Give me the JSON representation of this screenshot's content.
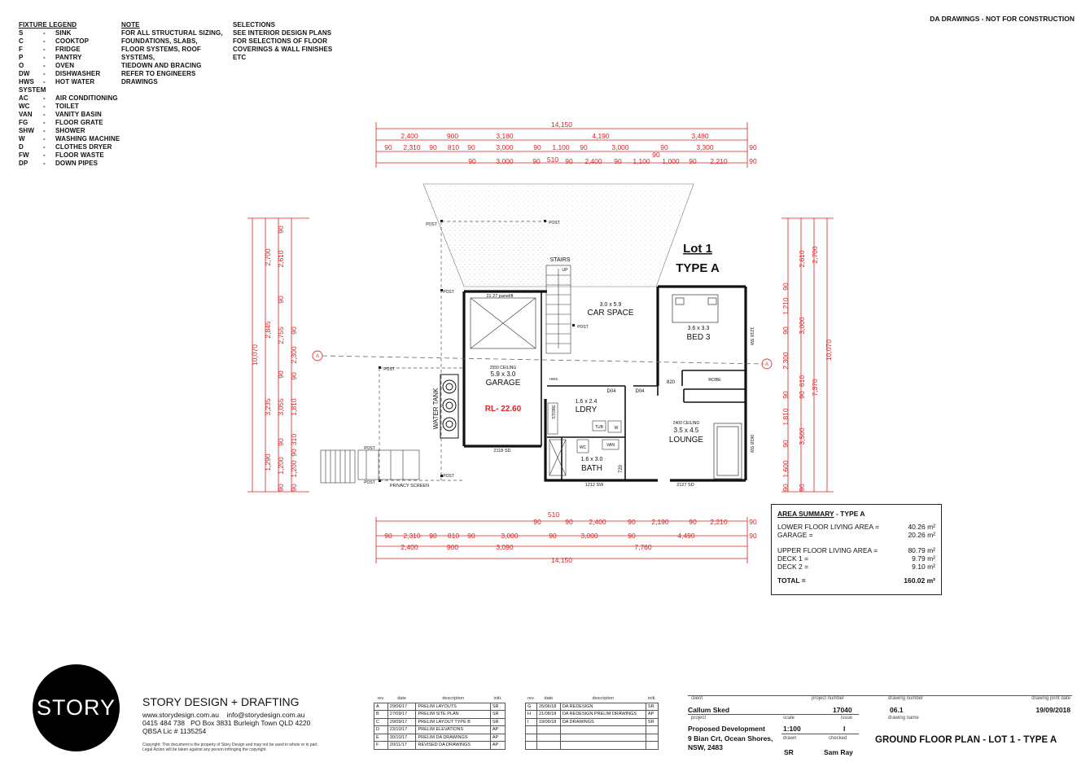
{
  "header": {
    "disclaimer": "DA DRAWINGS - NOT FOR CONSTRUCTION"
  },
  "legend": {
    "title": "FIXTURE LEGEND",
    "items": [
      {
        "code": "S",
        "dash": "-",
        "name": "SINK"
      },
      {
        "code": "C",
        "dash": "-",
        "name": "COOKTOP"
      },
      {
        "code": "F",
        "dash": "-",
        "name": "FRIDGE"
      },
      {
        "code": "P",
        "dash": "-",
        "name": "PANTRY"
      },
      {
        "code": "O",
        "dash": "-",
        "name": "OVEN"
      },
      {
        "code": "DW",
        "dash": "-",
        "name": "DISHWASHER"
      },
      {
        "code": "HWS",
        "dash": "-",
        "name": "HOT WATER"
      },
      {
        "code": "SYSTEM",
        "dash": "",
        "name": ""
      },
      {
        "code": "AC",
        "dash": "-",
        "name": "AIR CONDITIONING"
      },
      {
        "code": "WC",
        "dash": "-",
        "name": "TOILET"
      },
      {
        "code": "VAN",
        "dash": "-",
        "name": "VANITY BASIN"
      },
      {
        "code": "FG",
        "dash": "-",
        "name": "FLOOR GRATE"
      },
      {
        "code": "SHW",
        "dash": "-",
        "name": "SHOWER"
      },
      {
        "code": "W",
        "dash": "-",
        "name": "WASHING MACHINE"
      },
      {
        "code": "D",
        "dash": "-",
        "name": "CLOTHES DRYER"
      },
      {
        "code": "FW",
        "dash": "-",
        "name": "FLOOR WASTE"
      },
      {
        "code": "DP",
        "dash": "-",
        "name": "DOWN PIPES"
      }
    ]
  },
  "note": {
    "title": "NOTE",
    "lines": [
      "FOR ALL STRUCTURAL SIZING,",
      "FOUNDATIONS, SLABS,",
      "FLOOR SYSTEMS, ROOF SYSTEMS,",
      "TIEDOWN AND BRACING",
      "REFER TO ENGINEERS DRAWINGS"
    ]
  },
  "selections": {
    "title": "SELECTIONS",
    "lines": [
      "SEE INTERIOR DESIGN PLANS",
      "FOR SELECTIONS OF FLOOR",
      "COVERINGS & WALL FINISHES",
      "ETC"
    ]
  },
  "plan": {
    "lot": "Lot 1",
    "type": "TYPE A",
    "rooms": {
      "stairs": "STAIRS",
      "up": "UP",
      "car_size": "3.0 x 5.9",
      "car": "CAR SPACE",
      "bed_size": "3.6 x 3.3",
      "bed": "BED 3",
      "robe": "ROBE",
      "garage_ceiling": "2550 CEILING",
      "garage_size": "5.9 x 3.0",
      "garage": "GARAGE",
      "rl": "RL- 22.60",
      "laundry_size": "1.6 x 2.4",
      "laundry": "LDRY",
      "store": "STORE",
      "tub": "TUB",
      "w": "W",
      "lounge_ceiling": "2400 CEILING",
      "lounge_size": "3.5 x 4.5",
      "lounge": "LOUNGE",
      "bath_size": "1.6 x 3.0",
      "bath": "BATH",
      "wc": "WC",
      "van": "VAN",
      "water_tank": "WATER TANK",
      "hws": "HWS",
      "privacy": "PRIVACY SCREEN",
      "panelift": "21 27 panelift"
    },
    "tags": {
      "post": "POST",
      "d04a": "D04",
      "d04b": "D04",
      "d820": "820",
      "d720": "720",
      "sd2118": "2118 SD",
      "sw1212": "1212 SW",
      "sd2127": "2127 SD",
      "sw1218": "1218 SW",
      "sw0618": "0618 SW",
      "section": "A"
    },
    "dims_top": {
      "row1": [
        "14,150"
      ],
      "row2": [
        "2,400",
        "900",
        "3,180",
        "4,190",
        "3,480"
      ],
      "row3": [
        "90",
        "2,310",
        "90",
        "810",
        "90",
        "3,000",
        "90",
        "1,100",
        "90",
        "3,000",
        "90",
        "3,300",
        "90"
      ],
      "row3b": [
        "90"
      ],
      "row4": [
        "90",
        "3,000",
        "90",
        "510",
        "90",
        "2,400",
        "90",
        "1,100",
        "1,000",
        "90",
        "2,210",
        "90"
      ]
    },
    "dims_bottom": {
      "row1": [
        "510"
      ],
      "row1b": [
        "90",
        "90",
        "2,400",
        "90",
        "2,190",
        "90",
        "2,210",
        "90"
      ],
      "row2": [
        "90",
        "2,310",
        "90",
        "810",
        "90",
        "3,000",
        "90",
        "3,000",
        "90",
        "4,490",
        "90"
      ],
      "row3": [
        "2,400",
        "900",
        "3,090",
        "7,760"
      ],
      "row4": [
        "14,150"
      ]
    },
    "dims_left": {
      "total": "10,070",
      "col2": [
        "2,700",
        "2,845",
        "3,235",
        "1,290"
      ],
      "col3": [
        "90",
        "2,610",
        "90",
        "2,755",
        "90",
        "3,055",
        "90",
        "1,200",
        "90"
      ],
      "col4": [
        "90",
        "2,300",
        "90",
        "1,810",
        "310",
        "90",
        "1,200",
        "90"
      ]
    },
    "dims_right": {
      "total": "10,070",
      "col_a": [
        "90",
        "1,210",
        "90",
        "2,300",
        "90",
        "1,810",
        "90",
        "1,600",
        "90"
      ],
      "col_b": [
        "2,610",
        "3,000",
        "610",
        "90",
        "3,500",
        "90"
      ],
      "col_c": [
        "2,700",
        "7,370"
      ]
    }
  },
  "area_summary": {
    "title": "AREA SUMMARY",
    "subtitle": " - TYPE A",
    "rows": [
      {
        "label": "LOWER FLOOR LIVING AREA =",
        "value": "40.26 m²"
      },
      {
        "label": "GARAGE =",
        "value": "20.26 m²"
      },
      {
        "label": "UPPER FLOOR LIVING AREA =",
        "value": "80.79 m²"
      },
      {
        "label": "DECK  1 =",
        "value": "9.79 m²"
      },
      {
        "label": "DECK  2 =",
        "value": "9.10 m²"
      }
    ],
    "total_label": "TOTAL =",
    "total_value": "160.02 m²"
  },
  "company": {
    "logo": "STORY",
    "name": "STORY DESIGN + DRAFTING",
    "web": "www.storydesign.com.au",
    "email": "info@storydesign.com.au",
    "phone": "0415 484 738",
    "address": "PO Box 3831 Burleigh Town QLD 4220",
    "qbsa": "QBSA Lic # 1135254",
    "copyright1": "Copyright: This document is the property of Story Design and may not be used in whole or in part.",
    "copyright2": "Legal Action will be taken against any person infringing the copyright."
  },
  "revisions": {
    "headers": [
      "rev.",
      "date",
      "description",
      "initi."
    ],
    "left": [
      [
        "A",
        "29/06/17",
        "PRELIM LAYOUTS",
        "SR"
      ],
      [
        "B",
        "27/09/17",
        "PRELIM SITE PLAN",
        "SR"
      ],
      [
        "C",
        "29/09/17",
        "PRELIM LAYOUT TYPE B",
        "SR"
      ],
      [
        "D",
        "23/10/17",
        "PRELIM ELEVATIONS",
        "AP"
      ],
      [
        "E",
        "30/10/17",
        "PRELIM DA DRAWINGS",
        "AP"
      ],
      [
        "F",
        "20/11/17",
        "REVISED DA DRAWINGS",
        "AP"
      ]
    ],
    "right": [
      [
        "G",
        "26/06/18",
        "DA REDESIGN",
        "SR"
      ],
      [
        "H",
        "21/08/18",
        "DA REDESIGN PRELIM DRAWINGS",
        "AP"
      ],
      [
        "I",
        "19/09/18",
        "DA DRAWINGS",
        "SR"
      ],
      [
        "",
        "",
        "",
        ""
      ],
      [
        "",
        "",
        "",
        ""
      ],
      [
        "",
        "",
        "",
        ""
      ]
    ]
  },
  "title_block": {
    "client_label": "client",
    "client": "Callum Sked",
    "project_number_label": "project number",
    "project_number": "17040",
    "drawing_number_label": "drawing number",
    "drawing_number": "06.1",
    "print_date_label": "drawing print date",
    "print_date": "19/09/2018",
    "project_label": "project",
    "project": "Proposed Development",
    "address1": "9 Bian Crt, Ocean Shores,",
    "address2": "NSW, 2483",
    "scale_label": "scale",
    "scale": "1:100",
    "issue_label": "issue",
    "issue": "I",
    "drawing_name_label": "drawing name",
    "drawing_name": "GROUND FLOOR PLAN - LOT 1 - TYPE A",
    "drawn_label": "drawn",
    "drawn": "SR",
    "checked_label": "checked",
    "checked": "Sam Ray"
  }
}
